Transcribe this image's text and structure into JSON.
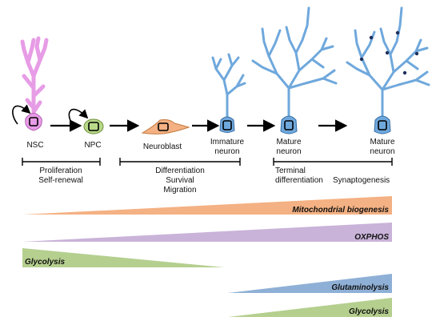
{
  "stages": {
    "nsc": "NSC",
    "npc": "NPC",
    "neuroblast": "Neuroblast",
    "immature": [
      "Immature",
      "neuron"
    ],
    "mature1": [
      "Mature",
      "neuron"
    ],
    "mature2": [
      "Mature",
      "neuron"
    ]
  },
  "processes": {
    "p1": [
      "Proliferation",
      "Self-renewal"
    ],
    "p2": [
      "Differentiation",
      "Survival",
      "Migration"
    ],
    "p3": [
      "Terminal",
      "differentiation"
    ],
    "p4": "Synaptogenesis"
  },
  "metabolism": [
    {
      "label": "Mitochondrial biogenesis",
      "color": "#f4b183",
      "direction": "increasing"
    },
    {
      "label": "OXPHOS",
      "color": "#c9b3d9",
      "direction": "increasing"
    },
    {
      "label": "Glycolysis",
      "color": "#b5cf8f",
      "direction": "decreasing"
    },
    {
      "label": "Glutaminolysis",
      "color": "#8fb0d6",
      "direction": "increasing"
    },
    {
      "label": "Glycolysis",
      "color": "#b5cf8f",
      "direction": "increasing"
    }
  ],
  "colors": {
    "nsc": "#e79ce6",
    "npc": "#b8d98a",
    "neuroblast": "#f4b183",
    "neuron": "#6fa8dc",
    "neuron_stroke": "#3a6ea5"
  }
}
